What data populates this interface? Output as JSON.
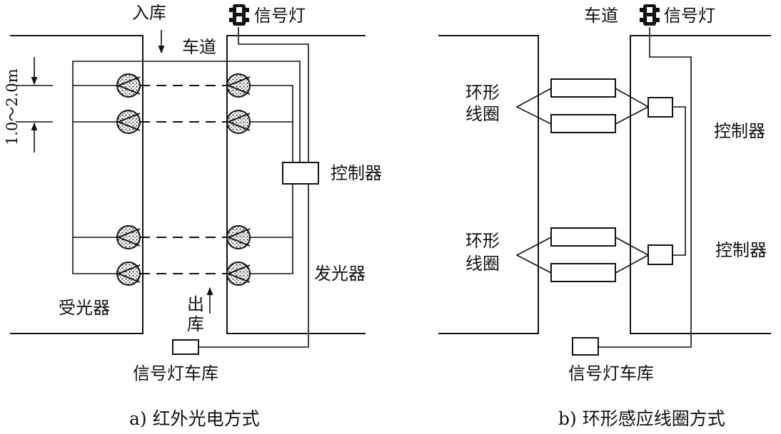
{
  "panel_a": {
    "caption": "a) 红外光电方式",
    "entry_label": "入库",
    "lane_label": "车道",
    "signal_label": "信号灯",
    "dimension_label": "1.0～2.0m",
    "controller_label": "控制器",
    "emitter_label": "发光器",
    "receiver_label": "受光器",
    "exit_label_1": "出",
    "exit_label_2": "库",
    "garage_signal_label": "信号灯车库"
  },
  "panel_b": {
    "caption": "b) 环形感应线圈方式",
    "lane_label": "车道",
    "signal_label": "信号灯",
    "loop_upper_1": "环形",
    "loop_upper_2": "线圈",
    "loop_lower_1": "环形",
    "loop_lower_2": "线圈",
    "controller_upper": "控制器",
    "controller_lower": "控制器",
    "garage_signal_label": "信号灯车库"
  },
  "colors": {
    "ink": "#111111",
    "background": "#ffffff"
  }
}
